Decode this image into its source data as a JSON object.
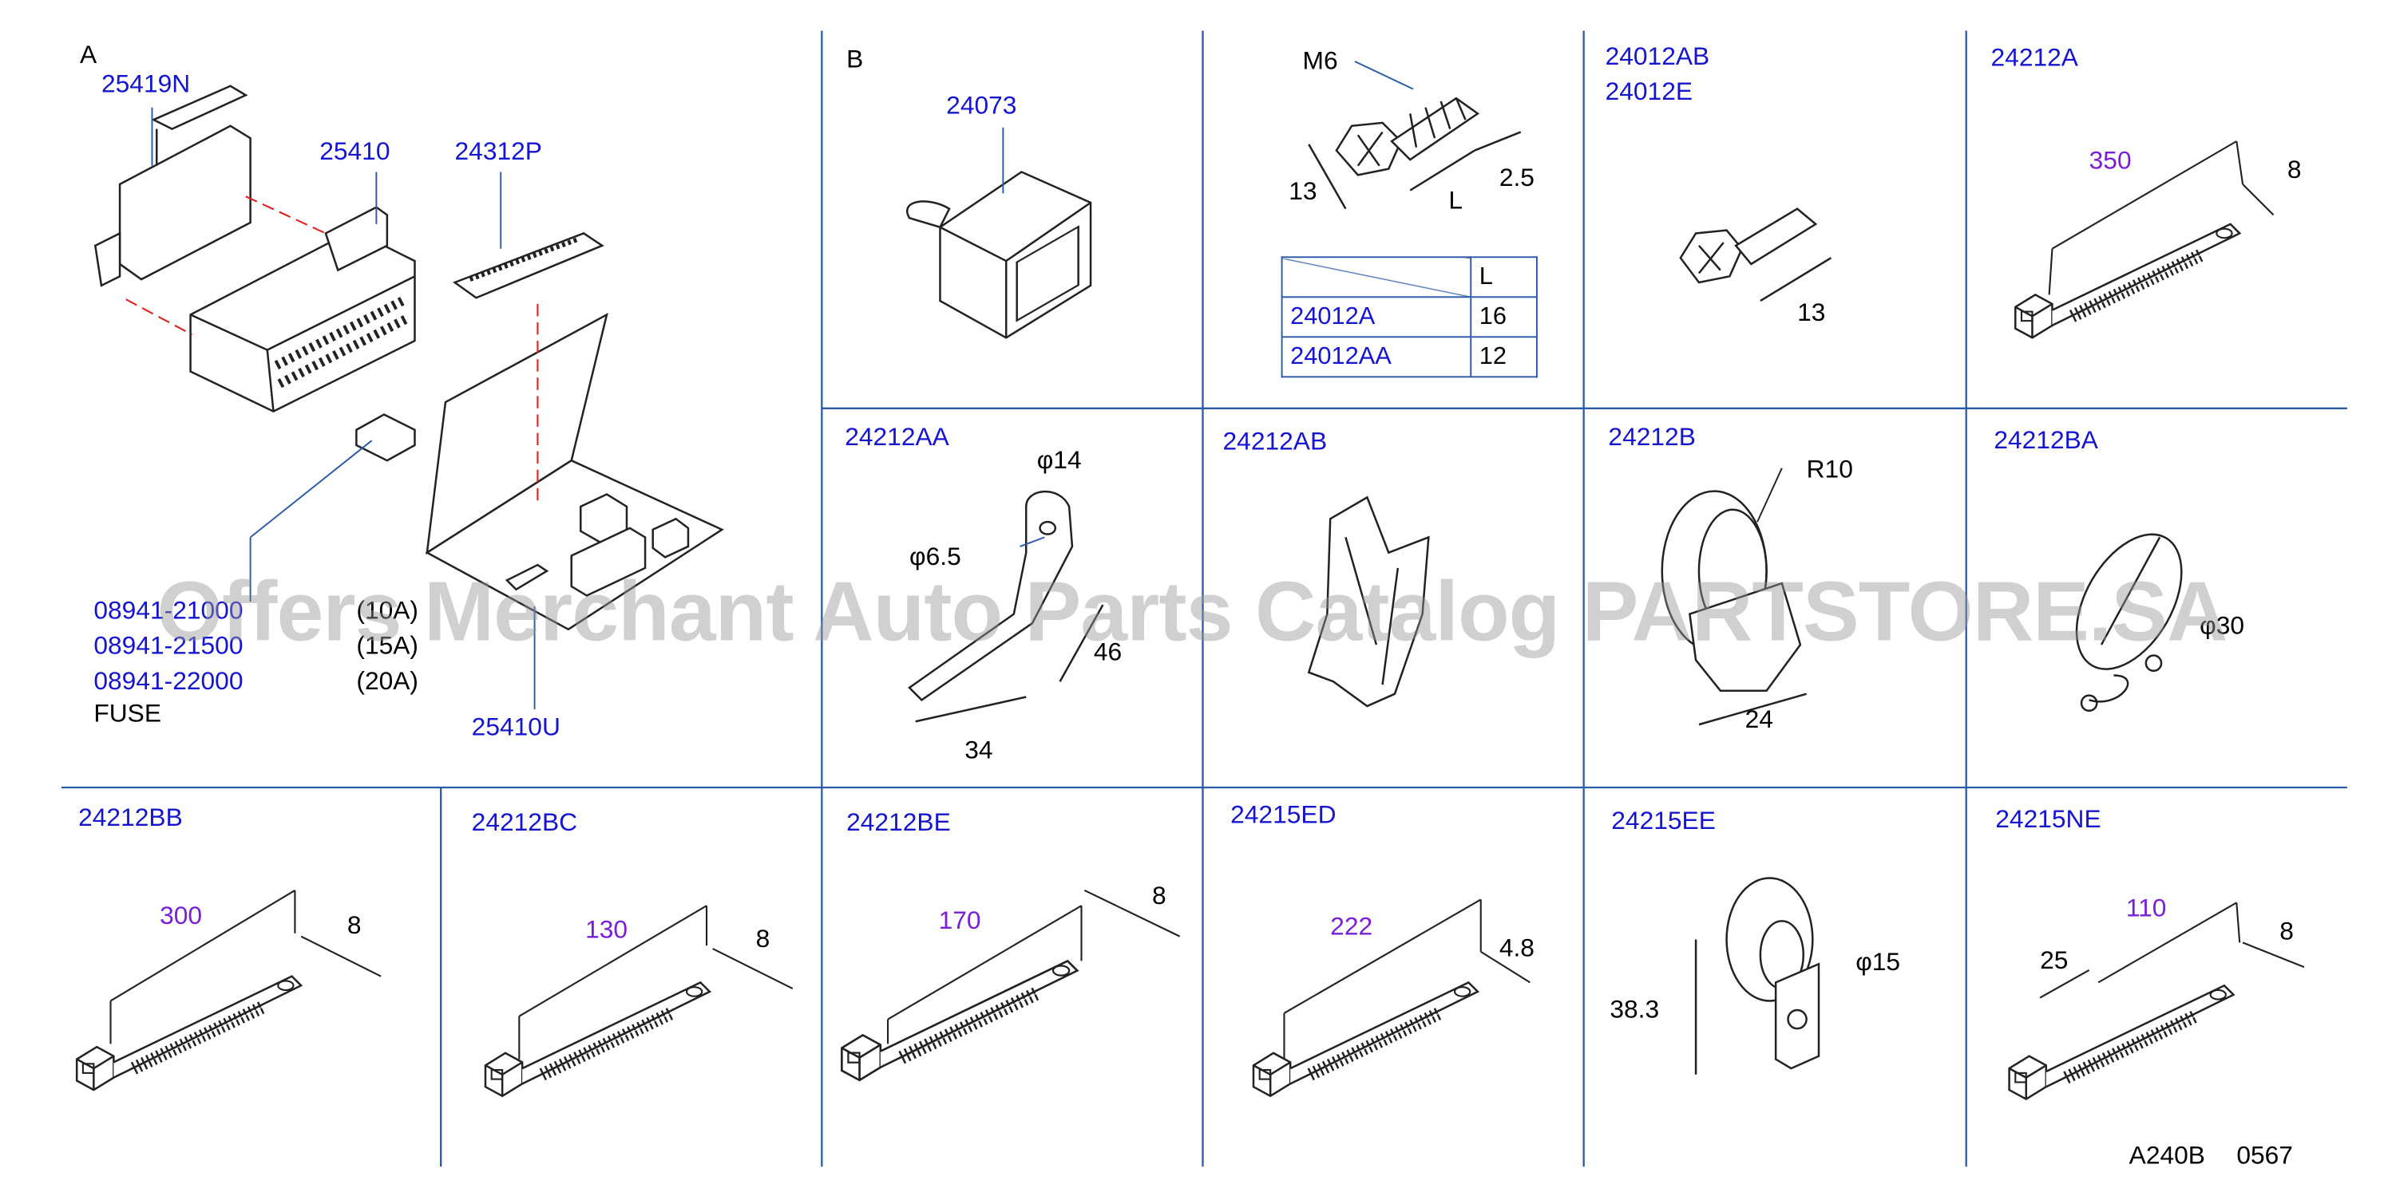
{
  "colors": {
    "part_number": "#1515d0",
    "dimension": "#7a1fd6",
    "grid": "#2a5aa8",
    "line": "#222222",
    "watermark": "#969696"
  },
  "watermark": "Offers Merchant Auto Parts Catalog PARTSTORE.SA",
  "footer": {
    "code": "A240B",
    "number": "0567"
  },
  "section_a": {
    "letter": "A",
    "parts": [
      "25419N",
      "25410",
      "24312P",
      "25410U"
    ],
    "fuses": [
      {
        "number": "08941-21000",
        "rating": "(10A)"
      },
      {
        "number": "08941-21500",
        "rating": "(15A)"
      },
      {
        "number": "08941-22000",
        "rating": "(20A)"
      }
    ],
    "fuse_label": "FUSE"
  },
  "section_b": {
    "letter": "B",
    "part": "24073"
  },
  "bolt": {
    "thread": "M6",
    "dim_13": "13",
    "dim_L": "L",
    "dim_2_5": "2.5",
    "table": {
      "header": "L",
      "rows": [
        {
          "part": "24012A",
          "length": "16"
        },
        {
          "part": "24012AA",
          "length": "12"
        }
      ]
    }
  },
  "bolt_b": {
    "parts": [
      "24012AB",
      "24012E"
    ],
    "dim": "13"
  },
  "cells": {
    "c24212A": {
      "part": "24212A",
      "length": "350",
      "width": "8"
    },
    "c24212AA": {
      "part": "24212AA",
      "d1": "φ14",
      "d2": "φ6.5",
      "h": "46",
      "w": "34"
    },
    "c24212AB": {
      "part": "24212AB"
    },
    "c24212B": {
      "part": "24212B",
      "r": "R10",
      "w": "24"
    },
    "c24212BA": {
      "part": "24212BA",
      "dim": "φ30"
    },
    "c24212BB": {
      "part": "24212BB",
      "length": "300",
      "width": "8"
    },
    "c24212BC": {
      "part": "24212BC",
      "length": "130",
      "width": "8"
    },
    "c24212BE": {
      "part": "24212BE",
      "length": "170",
      "width": "8"
    },
    "c24215ED": {
      "part": "24215ED",
      "length": "222",
      "width": "4.8"
    },
    "c24215EE": {
      "part": "24215EE",
      "h": "38.3",
      "d": "φ15"
    },
    "c24215NE": {
      "part": "24215NE",
      "a": "25",
      "length": "110",
      "width": "8"
    }
  }
}
